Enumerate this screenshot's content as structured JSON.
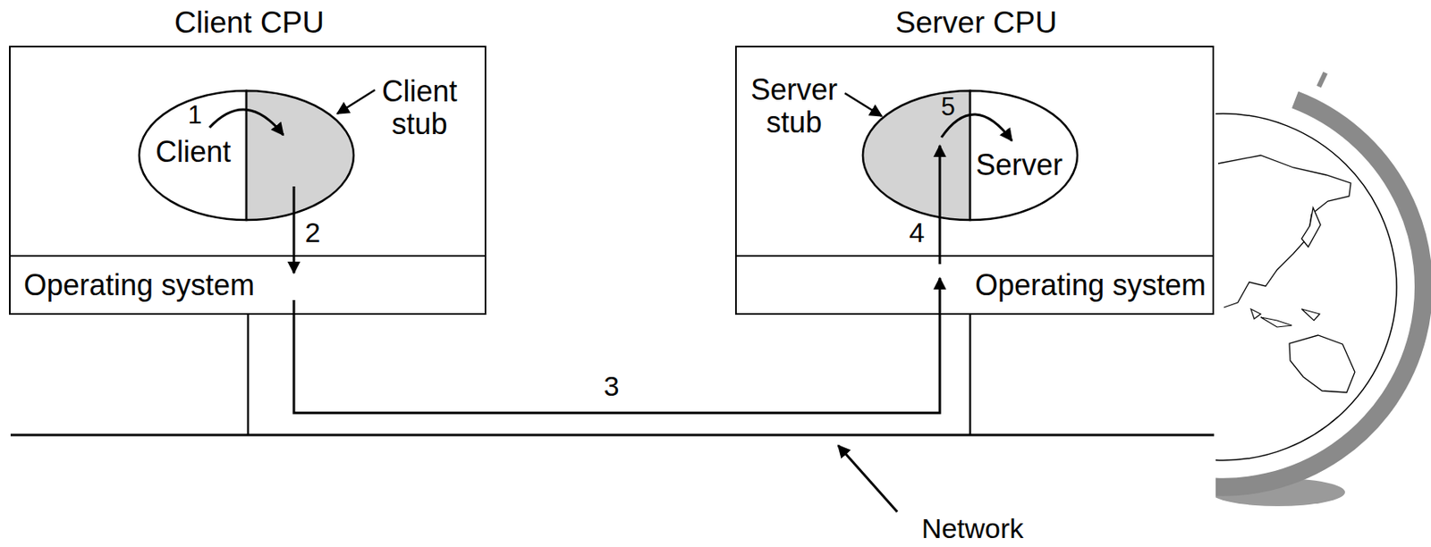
{
  "diagram": {
    "nodes": [
      {
        "text": [
          "Client CPU"
        ]
      },
      {
        "text": [
          "Client"
        ],
        "in": 0
      },
      {
        "text": [
          "Client stub"
        ],
        "in": 0
      },
      {
        "text": [
          "Operating system"
        ],
        "in": 0
      },
      {
        "text": [
          "Server CPU"
        ]
      },
      {
        "text": [
          "Server stub"
        ],
        "in": 4
      },
      {
        "text": [
          "Server"
        ],
        "in": 4
      },
      {
        "text": [
          "Operating system"
        ],
        "in": 4
      }
    ],
    "edges": [
      {
        "from": 1,
        "to": 2,
        "arrow": "to",
        "label": "1"
      },
      {
        "from": 2,
        "to": 3,
        "arrow": "to",
        "label": "2"
      },
      {
        "from": 3,
        "to": 7,
        "arrow": "to",
        "label": "3"
      },
      {
        "from": 7,
        "to": 5,
        "arrow": "to",
        "label": "4"
      },
      {
        "from": 5,
        "to": 6,
        "arrow": "to",
        "label": "5"
      }
    ],
    "labels": [
      "Network"
    ]
  }
}
